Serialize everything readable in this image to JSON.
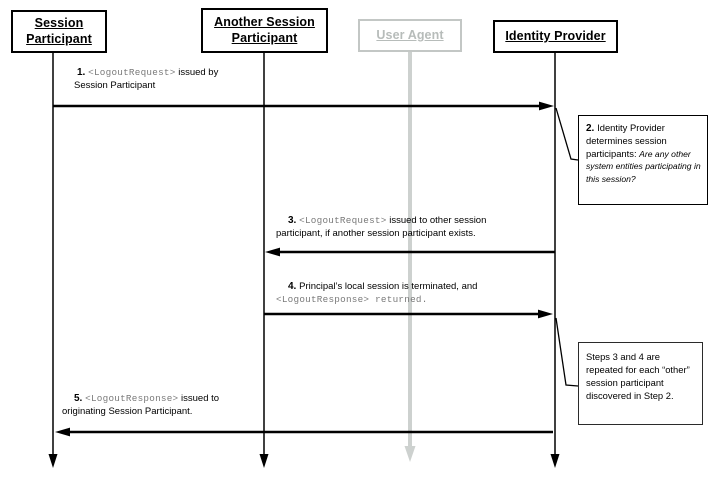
{
  "actors": [
    {
      "id": "session-participant",
      "label": "Session Participant",
      "muted": false
    },
    {
      "id": "another-session-participant",
      "label": "Another Session Participant",
      "muted": false
    },
    {
      "id": "user-agent",
      "label": "User Agent",
      "muted": true
    },
    {
      "id": "identity-provider",
      "label": "Identity Provider",
      "muted": false
    }
  ],
  "messages": [
    {
      "id": "step-1",
      "from": "session-participant",
      "to": "identity-provider",
      "lines": [
        [
          {
            "t": "1. ",
            "s": "b"
          },
          {
            "t": "<LogoutRequest>",
            "s": "m"
          },
          {
            "t": " issued by",
            "s": "p"
          }
        ],
        [
          {
            "t": "Session Participant",
            "s": "p"
          }
        ]
      ]
    },
    {
      "id": "step-3",
      "from": "identity-provider",
      "to": "another-session-participant",
      "lines": [
        [
          {
            "t": "3. ",
            "s": "b"
          },
          {
            "t": "<LogoutRequest>",
            "s": "m"
          },
          {
            "t": " issued to other session",
            "s": "p"
          }
        ],
        [
          {
            "t": "participant, if another session participant exists.",
            "s": "p"
          }
        ]
      ]
    },
    {
      "id": "step-4",
      "from": "another-session-participant",
      "to": "identity-provider",
      "lines": [
        [
          {
            "t": "4. ",
            "s": "b"
          },
          {
            "t": "Principal’s local session is terminated, and",
            "s": "p"
          }
        ],
        [
          {
            "t": "<LogoutResponse> returned.",
            "s": "m"
          }
        ]
      ]
    },
    {
      "id": "step-5",
      "from": "identity-provider",
      "to": "session-participant",
      "lines": [
        [
          {
            "t": "5. ",
            "s": "b"
          },
          {
            "t": "<LogoutResponse>",
            "s": "m"
          },
          {
            "t": " issued to",
            "s": "p"
          }
        ],
        [
          {
            "t": "originating Session Participant.",
            "s": "p"
          }
        ]
      ]
    }
  ],
  "notes": [
    {
      "id": "note-step-2",
      "attached_to": "identity-provider",
      "lines": [
        [
          {
            "t": "2. ",
            "s": "b"
          },
          {
            "t": "Identity Provider",
            "s": "p"
          }
        ],
        [
          {
            "t": "determines session",
            "s": "p"
          }
        ],
        [
          {
            "t": "participants: ",
            "s": "p"
          },
          {
            "t": "Are any other",
            "s": "i"
          }
        ],
        [
          {
            "t": "system entities participating in",
            "s": "i"
          }
        ],
        [
          {
            "t": "this session?",
            "s": "i"
          }
        ]
      ]
    },
    {
      "id": "note-steps-3-4",
      "attached_to": "identity-provider",
      "lines": [
        [
          {
            "t": "Steps 3 and 4 are",
            "s": "p"
          }
        ],
        [
          {
            "t": "repeated for each “other”",
            "s": "p"
          }
        ],
        [
          {
            "t": "session participant",
            "s": "p"
          }
        ],
        [
          {
            "t": "discovered in Step 2.",
            "s": "p"
          }
        ]
      ]
    }
  ],
  "colors": {
    "line": "#000000",
    "muted": "#cdd1cf",
    "muted_text": "#b7bcba",
    "mono_text": "#7a7a7a",
    "background": "#ffffff"
  }
}
